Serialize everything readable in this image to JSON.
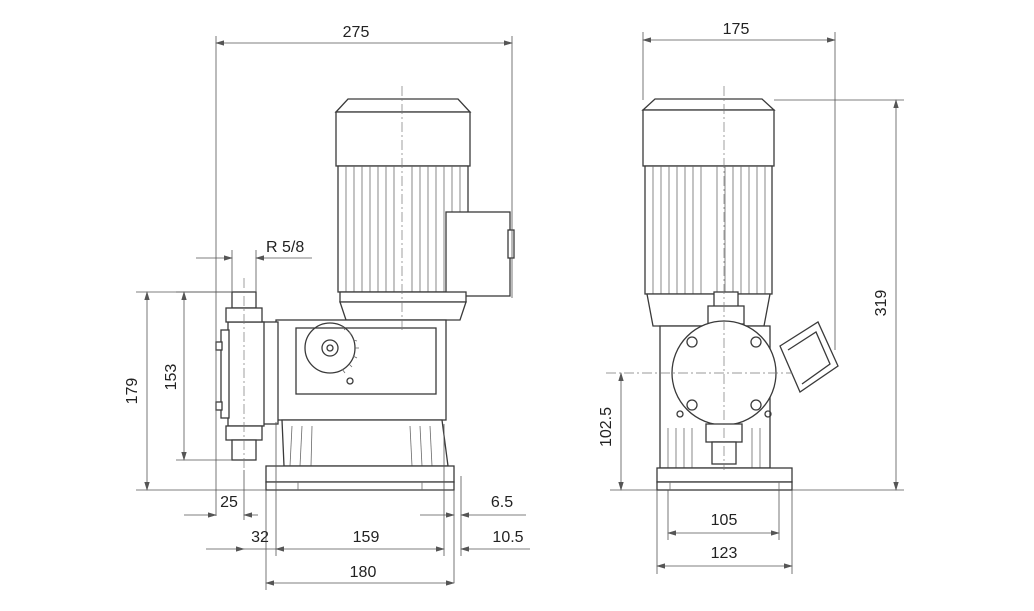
{
  "dimensions": {
    "side": {
      "overall_width": "275",
      "thread": "R 5/8",
      "height_179": "179",
      "height_153": "153",
      "offset_25": "25",
      "offset_6_5": "6.5",
      "offset_32": "32",
      "span_159": "159",
      "offset_10_5": "10.5",
      "base_180": "180"
    },
    "front": {
      "width_175": "175",
      "height_319": "319",
      "height_102_5": "102.5",
      "base_105": "105",
      "base_123": "123"
    }
  },
  "colors": {
    "line": "#3a3a3a",
    "dimension": "#555555",
    "background": "#ffffff"
  }
}
